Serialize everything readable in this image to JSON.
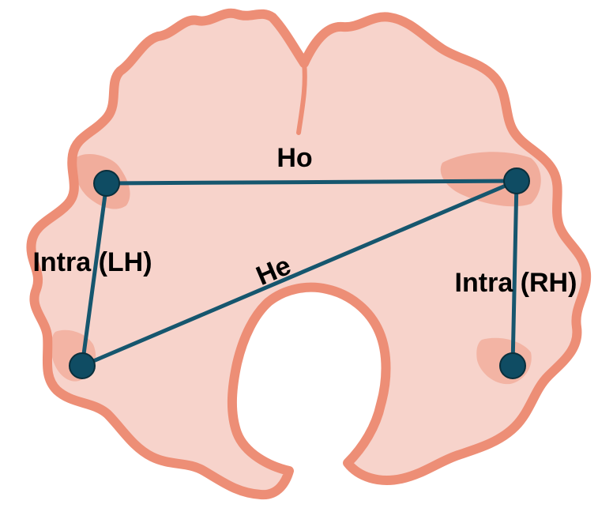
{
  "diagram": {
    "colors": {
      "tissue_fill": "#f7d3cb",
      "tissue_outline": "#ed8e76",
      "connection_line": "#16566e",
      "node_fill": "#0f4c63",
      "node_outline": "#0a2f3c",
      "label_text": "#000000",
      "background": "#ffffff"
    },
    "nodes": [
      {
        "id": "left-upper"
      },
      {
        "id": "right-upper"
      },
      {
        "id": "left-lower"
      },
      {
        "id": "right-lower"
      }
    ],
    "connections": [
      {
        "id": "ho",
        "from": "left-upper",
        "to": "right-upper",
        "label": "Ho"
      },
      {
        "id": "he",
        "from": "left-lower",
        "to": "right-upper",
        "label": "He"
      },
      {
        "id": "intra-lh",
        "from": "left-upper",
        "to": "left-lower",
        "label": "Intra (LH)"
      },
      {
        "id": "intra-rh",
        "from": "right-upper",
        "to": "right-lower",
        "label": "Intra (RH)"
      }
    ]
  }
}
